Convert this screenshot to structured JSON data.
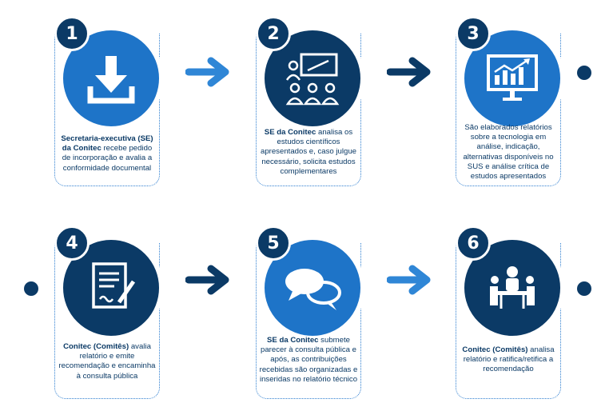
{
  "steps": [
    {
      "number": "1",
      "icon": "download-icon",
      "tone": "light",
      "bold": "Secretaria-executiva (SE) da Conitec",
      "text": " recebe pedido de incorporação e avalia a conformidade documental"
    },
    {
      "number": "2",
      "icon": "presentation-board-icon",
      "tone": "dark",
      "bold": "SE da Conitec",
      "text": " analisa os estudos científicos apresentados e, caso julgue necessário, solicita estudos complementares"
    },
    {
      "number": "3",
      "icon": "chart-monitor-icon",
      "tone": "light",
      "bold": "",
      "text": "São elaborados relatórios sobre a tecnologia em análise, indicação, alternativas disponíveis no SUS e análise crítica de estudos apresentados"
    },
    {
      "number": "4",
      "icon": "document-sign-icon",
      "tone": "dark",
      "bold": "Conitec (Comitês)",
      "text": " avalia relatório e emite recomendação e encaminha à consulta pública"
    },
    {
      "number": "5",
      "icon": "chat-bubbles-icon",
      "tone": "light",
      "bold": "SE da Conitec",
      "text": " submete parecer à consulta pública e após, as contribuições recebidas são organizadas e inseridas no relatório técnico"
    },
    {
      "number": "6",
      "icon": "meeting-table-icon",
      "tone": "dark",
      "bold": "Conitec (Comitês)",
      "text": " analisa relatório e ratifica/retifica a recomendação"
    }
  ],
  "colors": {
    "light": "#1e74c8",
    "dark": "#0b3a66",
    "arrow_light": "#2f86d6",
    "arrow_dark": "#0b3a66"
  }
}
